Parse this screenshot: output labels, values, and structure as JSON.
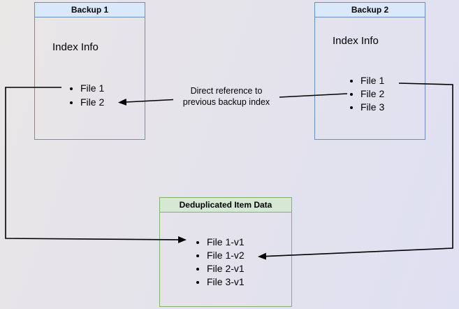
{
  "theme": {
    "bg_from": "#e9e6e6",
    "bg_to": "#dfe0f2",
    "blue_fill": "#dae8fc",
    "blue_stroke": "#6c8ebf",
    "green_fill": "#d5e8d4",
    "green_stroke": "#82b366",
    "line_color": "#000000"
  },
  "nodes": {
    "backup1": {
      "title": "Backup 1",
      "subtitle": "Index Info",
      "files": [
        "File 1",
        "File 2"
      ]
    },
    "backup2": {
      "title": "Backup 2",
      "subtitle": "Index Info",
      "files": [
        "File 1",
        "File 2",
        "File 3"
      ]
    },
    "dedup": {
      "title": "Deduplicated Item Data",
      "files": [
        "File 1-v1",
        "File 1-v2",
        "File 2-v1",
        "File 3-v1"
      ]
    }
  },
  "edges": {
    "direct_reference_label": "Direct reference to previous backup index"
  }
}
